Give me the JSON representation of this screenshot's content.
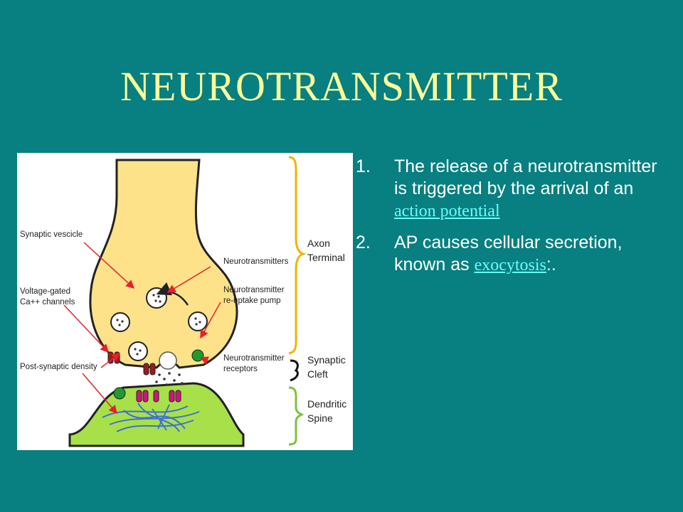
{
  "slide": {
    "title": "NEUROTRANSMITTER"
  },
  "diagram": {
    "labels": {
      "synaptic_vesicle": "Synaptic vescicle",
      "voltage_gated_1": "Voltage-gated",
      "voltage_gated_2": "Ca++ channels",
      "post_synaptic_density": "Post-synaptic density",
      "neurotransmitters": "Neurotransmitters",
      "reuptake_1": "Neurotransmitter",
      "reuptake_2": "re-uptake pump",
      "receptors_1": "Neurotransmitter",
      "receptors_2": "receptors",
      "axon_1": "Axon",
      "axon_2": "Terminal",
      "cleft_1": "Synaptic",
      "cleft_2": "Cleft",
      "spine_1": "Dendritic",
      "spine_2": "Spine"
    },
    "colors": {
      "axon_fill": "#fde28a",
      "axon_outline": "#222222",
      "spine_fill": "#a8e04a",
      "channel": "#9b1b1b",
      "receptor": "#d0147f",
      "pump": "#1f9b2e",
      "arrow": "#e8202a",
      "bracket_axon": "#f0b400",
      "bracket_spine": "#7cc23a",
      "filament": "#3f6fd8"
    }
  },
  "bullets": [
    {
      "number": "1.",
      "text": "The release of a neurotransmitter is triggered by the arrival of an ",
      "link": "action potential",
      "after": ""
    },
    {
      "number": "2.",
      "text": "AP causes cellular secretion, known as ",
      "link": "exocytosis",
      "after": ":."
    }
  ]
}
